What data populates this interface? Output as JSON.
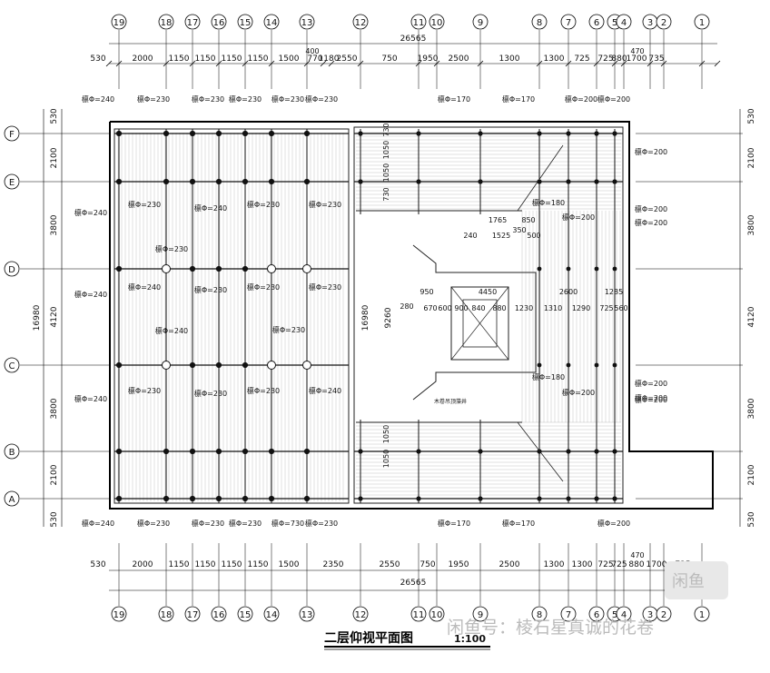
{
  "title": "二层仰视平面图",
  "scale": "1:100",
  "watermark": "闲鱼号：棱石星真诚的花卷",
  "watermark_logo": "闲鱼",
  "grid_cols": [
    "19",
    "18",
    "17",
    "16",
    "15",
    "14",
    "13",
    "12",
    "11",
    "10",
    "9",
    "8",
    "7",
    "6",
    "5",
    "4",
    "3",
    "2",
    "1"
  ],
  "grid_rows": [
    "F",
    "E",
    "D",
    "C",
    "B",
    "A"
  ],
  "overall_width": "26565",
  "overall_depth": "16980",
  "inner_depth": "16980",
  "inner_depth_2": "9260",
  "top_spans": [
    "530",
    "2000",
    "1150",
    "1150",
    "1150",
    "1150",
    "1500",
    "770",
    "1180",
    "2550",
    "750",
    "1950",
    "2500",
    "1300",
    "1300",
    "725",
    "725",
    "880",
    "1700",
    "735"
  ],
  "top_extra": [
    "400",
    "470"
  ],
  "bottom_spans": [
    "530",
    "2000",
    "1150",
    "1150",
    "1150",
    "1150",
    "1500",
    "2350",
    "2550",
    "750",
    "1950",
    "2500",
    "1300",
    "1300",
    "725",
    "725",
    "880",
    "1700",
    "735"
  ],
  "bottom_extra": "470",
  "row_spans": [
    "530",
    "2100",
    "3800",
    "4120",
    "3800",
    "2100",
    "530"
  ],
  "col_labels_top": [
    "檩Φ=240",
    "檩Φ=230",
    "檩Φ=230",
    "檩Φ=230",
    "檩Φ=230",
    "檩Φ=230",
    "檩Φ=170",
    "檩Φ=170",
    "檩Φ=200",
    "檩Φ=200"
  ],
  "col_labels_bottom": [
    "檩Φ=240",
    "檩Φ=230",
    "檩Φ=230",
    "檩Φ=230",
    "檩Φ=730",
    "檩Φ=230",
    "檩Φ=170",
    "檩Φ=170",
    "檩Φ=200"
  ],
  "left_labels": [
    "檩Φ=240",
    "檩Φ=240",
    "檩Φ=240"
  ],
  "inner_labels": [
    "檩Φ=230",
    "檩Φ=240",
    "檩Φ=230",
    "檩Φ=230",
    "檩Φ=230",
    "檩Φ=240",
    "檩Φ=230",
    "檩Φ=230",
    "檩Φ=230",
    "檩Φ=230",
    "檩Φ=240",
    "檩Φ=230",
    "檩Φ=230",
    "檩Φ=230",
    "檩Φ=240"
  ],
  "right_labels": [
    "檩Φ=200",
    "檩Φ=200",
    "檩Φ=200",
    "檩Φ=200",
    "檩Φ=200",
    "檩Φ=200"
  ],
  "right_inner_labels": [
    "檩Φ=180",
    "檩Φ=200",
    "檩Φ=180",
    "檩Φ=200"
  ],
  "center_dims": [
    "1765",
    "850",
    "240",
    "1525",
    "350",
    "500",
    "950",
    "4450",
    "2600",
    "1285",
    "280",
    "670",
    "600",
    "900",
    "840",
    "880",
    "1230",
    "1310",
    "1290",
    "725",
    "560"
  ],
  "center_left_dims": [
    "730",
    "1050",
    "1050",
    "730",
    "1050",
    "1050"
  ],
  "well_label": "木卷吊顶藻井"
}
